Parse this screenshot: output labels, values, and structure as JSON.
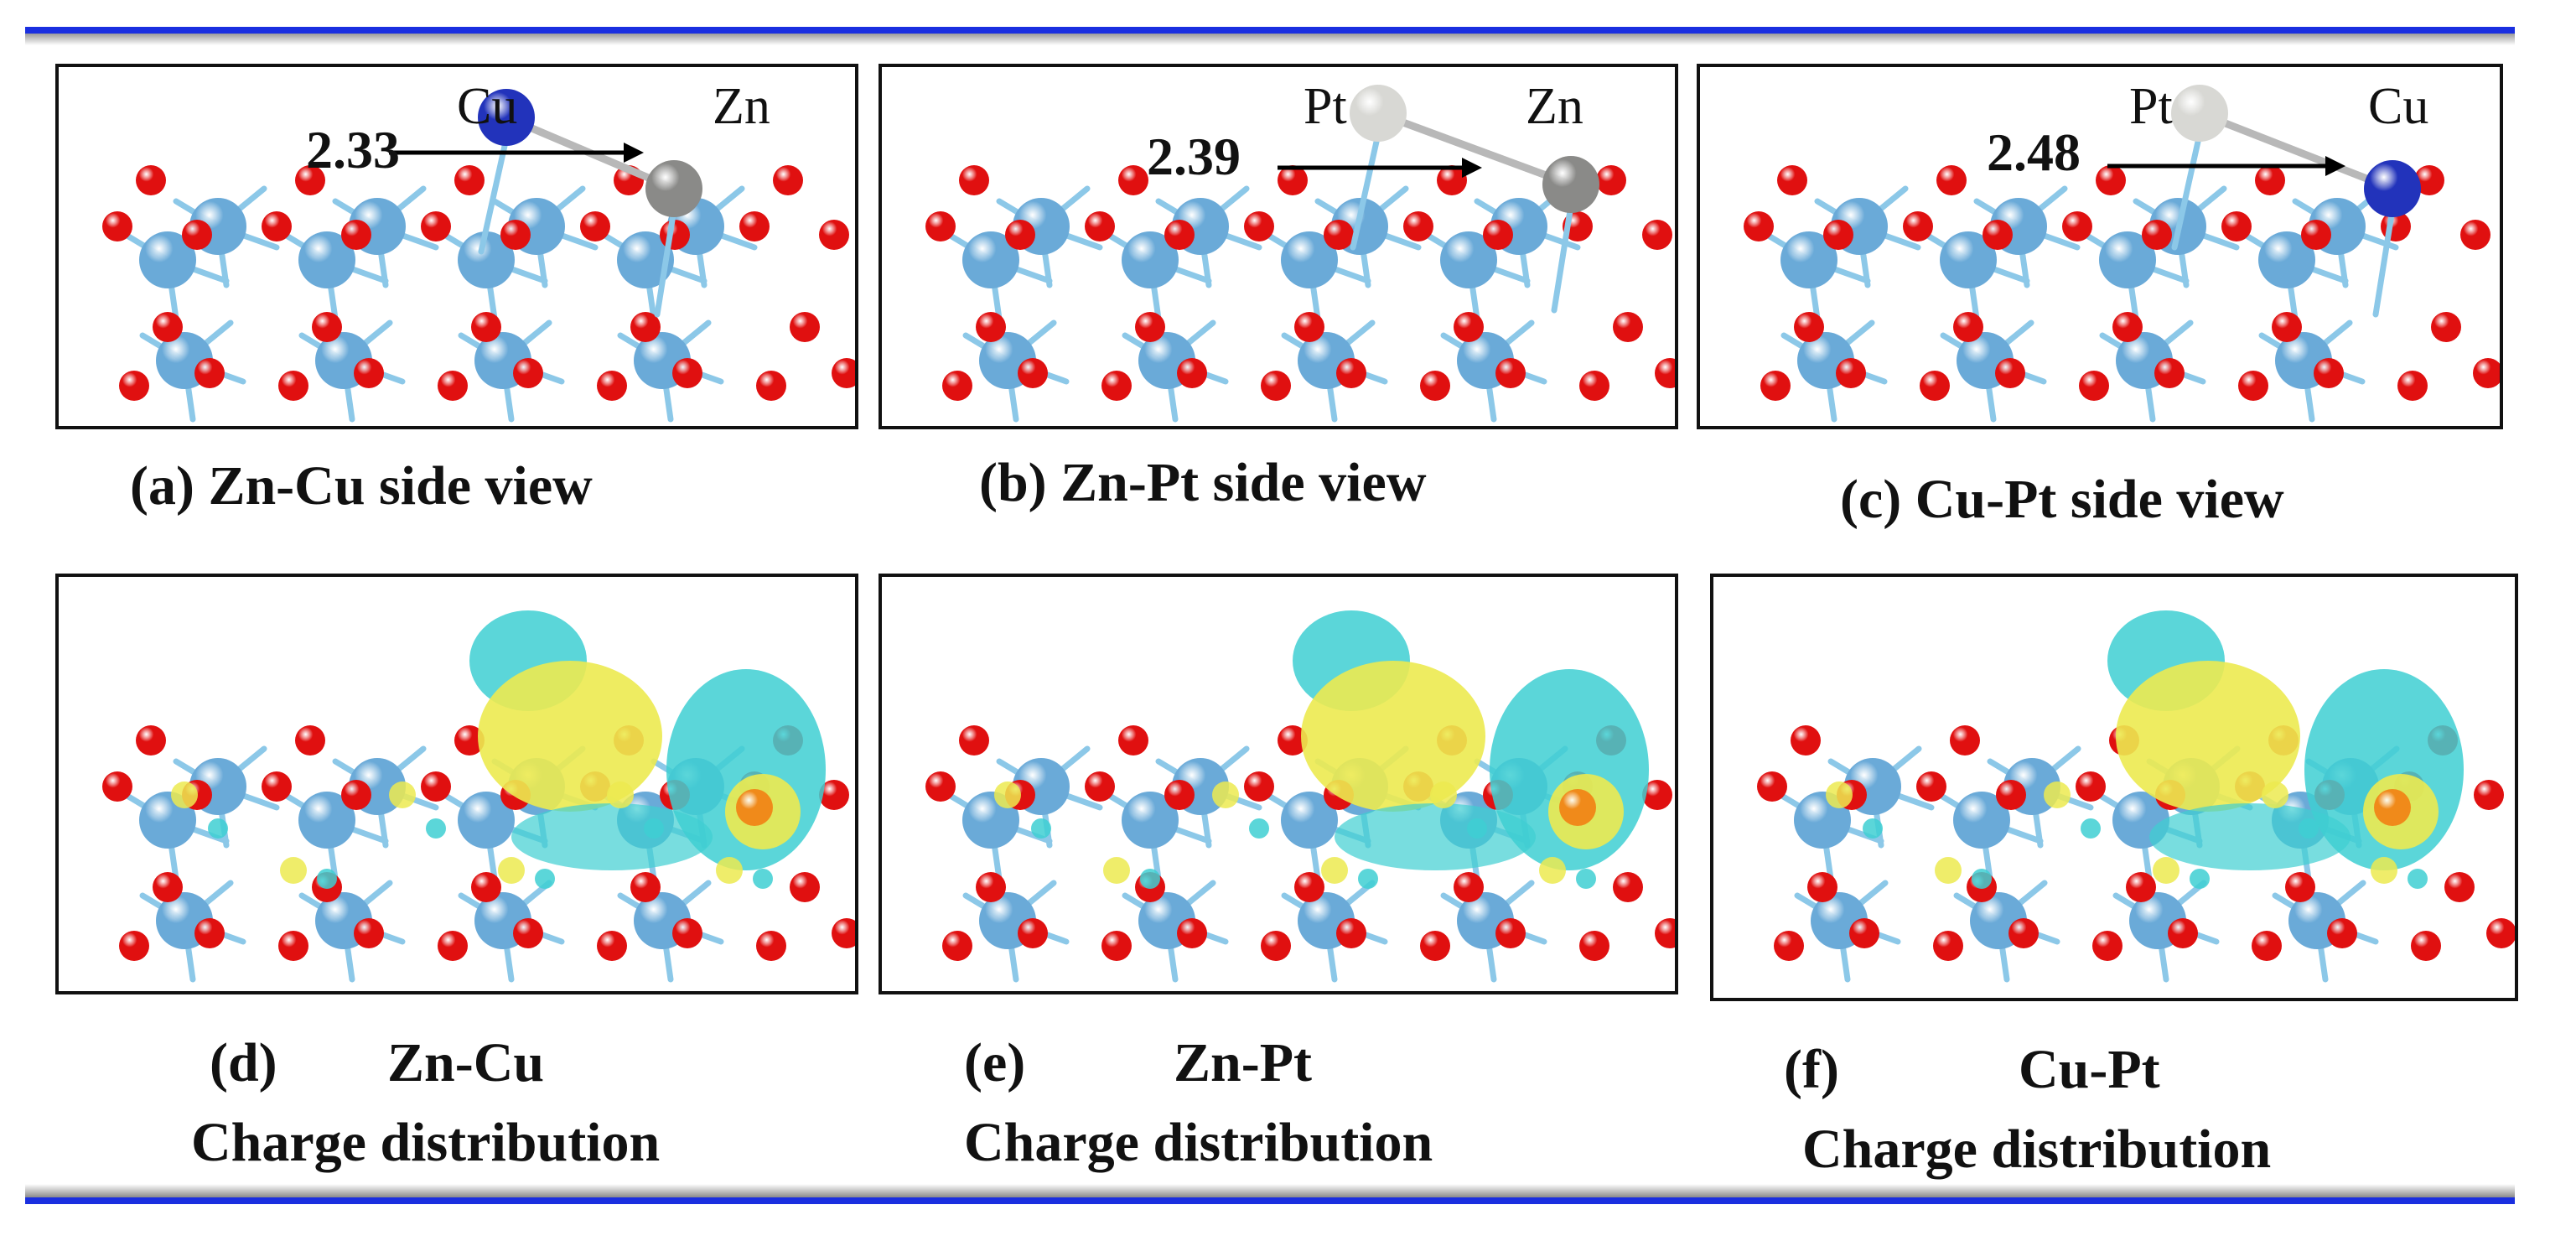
{
  "structures": [
    {
      "label_a": "Cu",
      "label_b": "Zn",
      "distance": "2.33",
      "caption": "(a) Zn-Cu side view",
      "atom_a_color": "#2233bb",
      "atom_b_color": "#8a8a88"
    },
    {
      "label_a": "Pt",
      "label_b": "Zn",
      "distance": "2.39",
      "caption": "(b) Zn-Pt side view",
      "atom_a_color": "#d8d8d4",
      "atom_b_color": "#8a8a88"
    },
    {
      "label_a": "Pt",
      "label_b": "Cu",
      "distance": "2.48",
      "caption": "(c) Cu-Pt side view",
      "atom_a_color": "#d8d8d4",
      "atom_b_color": "#2233bb"
    }
  ],
  "charges": [
    {
      "letter": "(d)",
      "pair": "Zn-Cu",
      "line2": "Charge distribution"
    },
    {
      "letter": "(e)",
      "pair": "Zn-Pt",
      "line2": "Charge distribution"
    },
    {
      "letter": "(f)",
      "pair": "Cu-Pt",
      "line2": "Charge distribution"
    }
  ],
  "colors": {
    "rule": "#1a2fe0",
    "oxygen": "#e01010",
    "metal": "#6aaad8",
    "bond": "#8cc8e8",
    "charge_yellow": "#ecea50",
    "charge_cyan": "#3ecfd2"
  }
}
